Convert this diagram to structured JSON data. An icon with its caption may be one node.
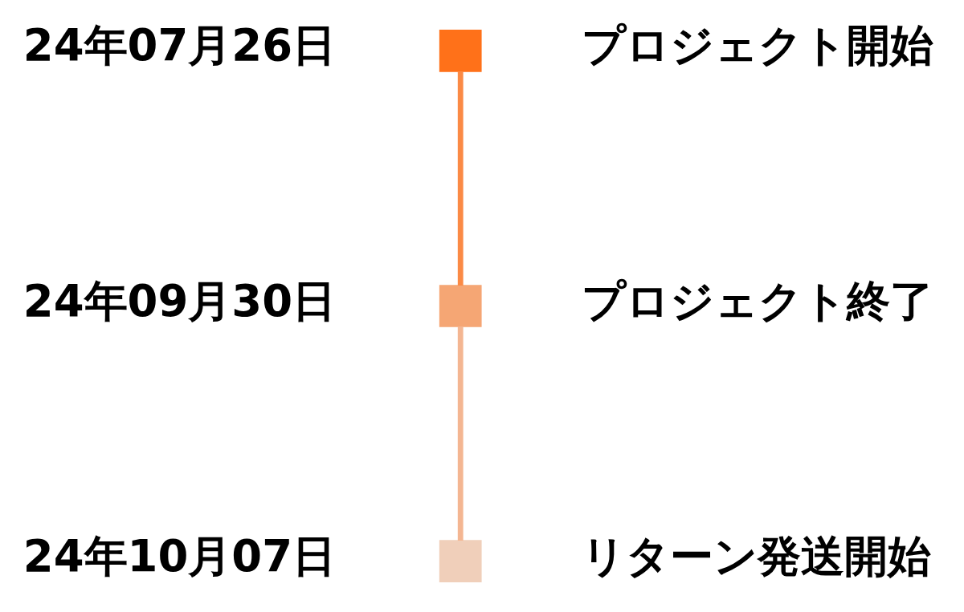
{
  "diagram": {
    "nodes": [
      {
        "text": [],
        "shape": "box",
        "beside": [
          "24年07月26日",
          "プロジェクト開始"
        ]
      },
      {
        "text": [],
        "shape": "box",
        "beside": [
          "24年09月30日",
          "プロジェクト終了"
        ]
      },
      {
        "text": [],
        "shape": "box",
        "beside": [
          "24年10月07日",
          "リターン発送開始"
        ]
      }
    ],
    "edges": [
      {
        "from": 0,
        "to": 1,
        "arrow": "none",
        "color": "#fb8a45"
      },
      {
        "from": 1,
        "to": 2,
        "arrow": "none",
        "color": "#f4b692"
      }
    ]
  }
}
